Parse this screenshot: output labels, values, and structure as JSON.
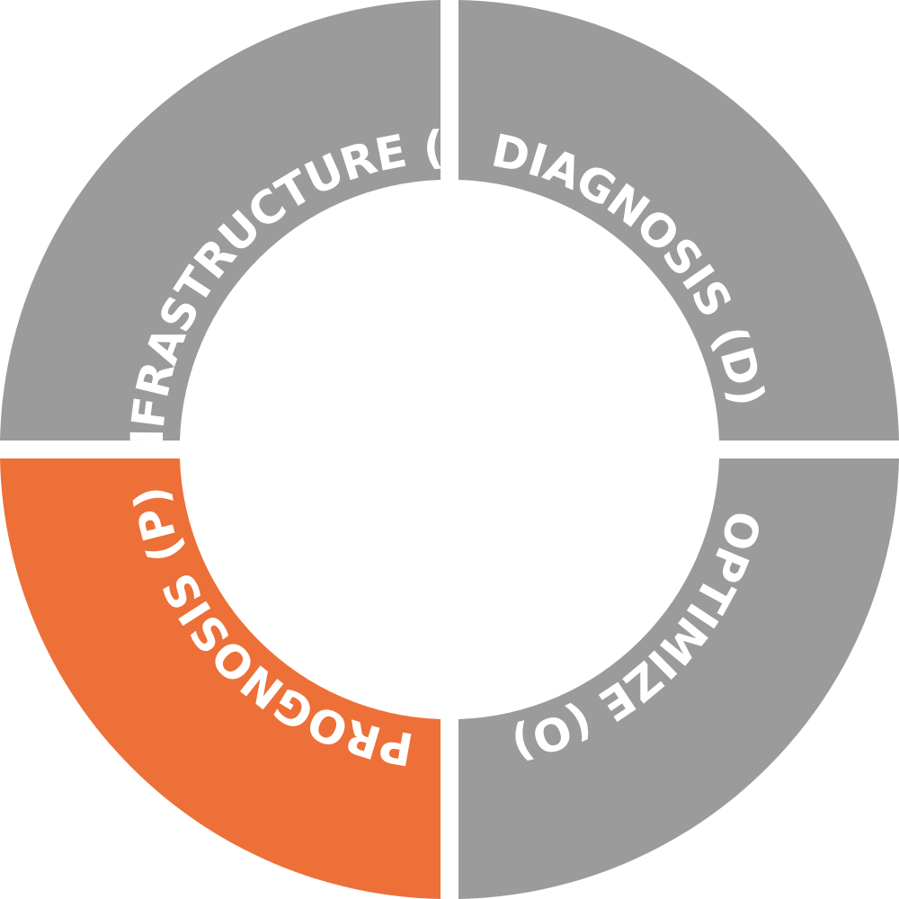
{
  "diagram": {
    "segments": [
      {
        "id": "infrastructure",
        "label": "INFRASTRUCTURE (I)",
        "color": "#9b9b9b",
        "highlighted": false
      },
      {
        "id": "diagnosis",
        "label": "DIAGNOSIS (D)",
        "color": "#9b9b9b",
        "highlighted": false
      },
      {
        "id": "optimize",
        "label": "OPTIMIZE (O)",
        "color": "#9b9b9b",
        "highlighted": false
      },
      {
        "id": "prognosis",
        "label": "PROGNOSIS (P)",
        "color": "#ed7038",
        "highlighted": true
      }
    ],
    "background": "#ffffff"
  }
}
